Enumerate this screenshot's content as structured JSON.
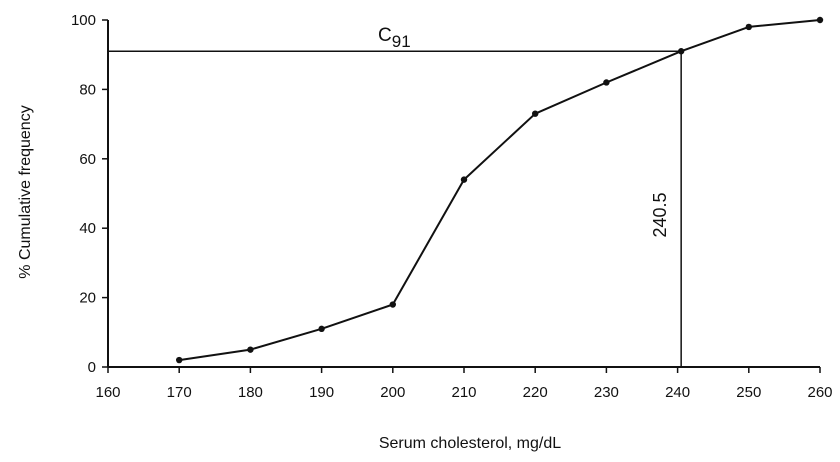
{
  "chart_data": {
    "type": "line",
    "title": "",
    "xlabel": "Serum cholesterol, mg/dL",
    "ylabel": "% Cumulative frequency",
    "xlim": [
      160,
      260
    ],
    "ylim": [
      0,
      100
    ],
    "x_ticks": [
      "160",
      "170",
      "180",
      "190",
      "200",
      "210",
      "220",
      "230",
      "240",
      "250",
      "260"
    ],
    "y_ticks": [
      "0",
      "20",
      "40",
      "60",
      "80",
      "100"
    ],
    "grid": false,
    "series": [
      {
        "x": [
          170,
          180,
          190,
          200,
          210,
          220,
          230,
          240.5,
          250,
          260
        ],
        "y": [
          2,
          5,
          11,
          18,
          54,
          73,
          82,
          91,
          98,
          100
        ]
      }
    ],
    "annotations": {
      "percentile_label_main": "C",
      "percentile_label_sub": "91",
      "percentile_y": 91,
      "value_label": "240.5",
      "value_x": 240.5
    },
    "colors": {
      "line": "#111111",
      "axis": "#111111"
    }
  }
}
